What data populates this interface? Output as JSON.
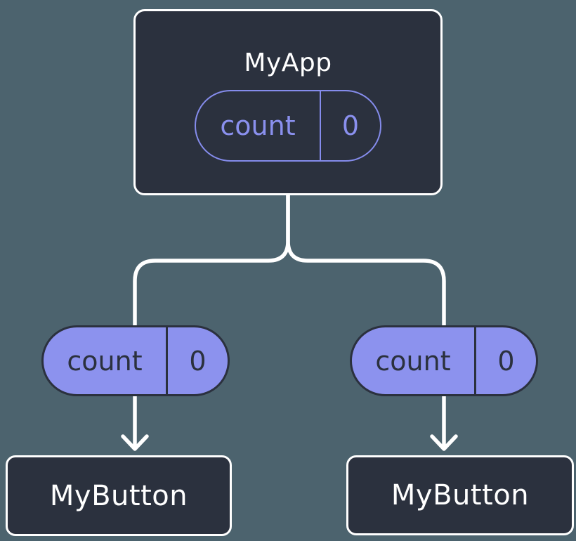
{
  "colors": {
    "background": "#4c636e",
    "node_fill": "#2b313e",
    "node_border": "#ffffff",
    "connector": "#ffffff",
    "pill_outline_purple": "#858cec",
    "pill_fill_purple": "#8c92ee",
    "pill_dark_text": "#2b313e",
    "title_text": "#ffffff"
  },
  "tree": {
    "root": {
      "label": "MyApp",
      "prop": {
        "name": "count",
        "value": "0"
      }
    },
    "children": [
      {
        "label": "MyButton",
        "prop": {
          "name": "count",
          "value": "0"
        }
      },
      {
        "label": "MyButton",
        "prop": {
          "name": "count",
          "value": "0"
        }
      }
    ]
  }
}
